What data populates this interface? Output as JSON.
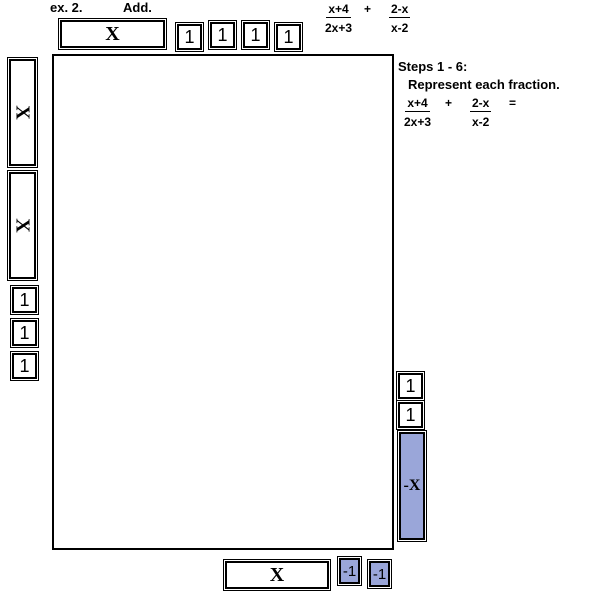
{
  "header": {
    "example": "ex. 2.",
    "operation": "Add."
  },
  "top_expression": {
    "frac1": {
      "num": "x+4",
      "den": "2x+3"
    },
    "op": "+",
    "frac2": {
      "num": "2-x",
      "den": "x-2"
    }
  },
  "instructions": {
    "steps": "Steps 1 - 6:",
    "text": "Represent each fraction.",
    "frac1": {
      "num": "x+4",
      "den": "2x+3"
    },
    "plus": "+",
    "frac2": {
      "num": "2-x",
      "den": "x-2"
    },
    "equals": "="
  },
  "tiles": {
    "x": "X",
    "one": "1",
    "neg_x": "-X",
    "neg_one": "-1"
  },
  "colors": {
    "negative_tile": "#9aa6d9"
  }
}
